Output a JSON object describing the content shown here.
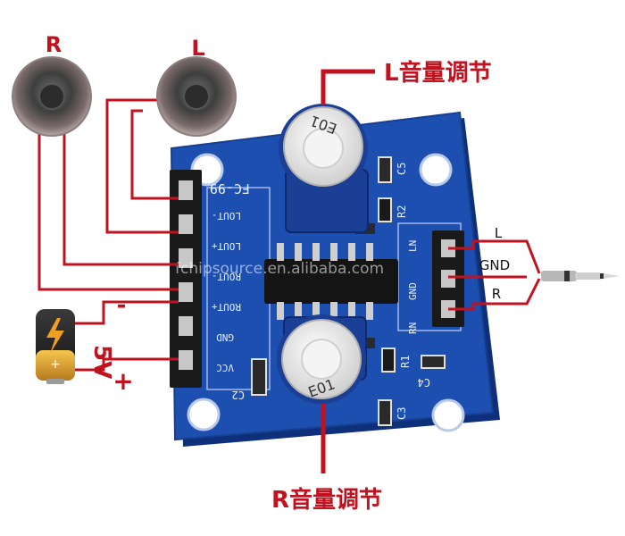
{
  "speakers": {
    "right_label": "R",
    "left_label": "L"
  },
  "callouts": {
    "left_volume": "L音量调节",
    "right_volume": "R音量调节"
  },
  "battery": {
    "voltage": "5V",
    "minus_sign": "-",
    "plus_sign": "+"
  },
  "board": {
    "model": "FC-99",
    "watermark": "fchipsource.en.alibaba.com",
    "pins_left": [
      "LOUT-",
      "LOUT+",
      "ROUT-",
      "ROUT+",
      "GND",
      "VCC"
    ],
    "pins_right": [
      "LN",
      "GND",
      "RN"
    ],
    "components": {
      "c5": "C5",
      "r2": "R2",
      "r1": "R1",
      "c4": "C4",
      "c3": "C3",
      "c2": "C2"
    },
    "pot_marking": "E01"
  },
  "audio_jack": {
    "l_label": "L",
    "gnd_label": "GND",
    "r_label": "R"
  },
  "colors": {
    "wire": "#c1121f",
    "pcb": "#1c4fb0",
    "pot_body": "#1b3f95"
  }
}
